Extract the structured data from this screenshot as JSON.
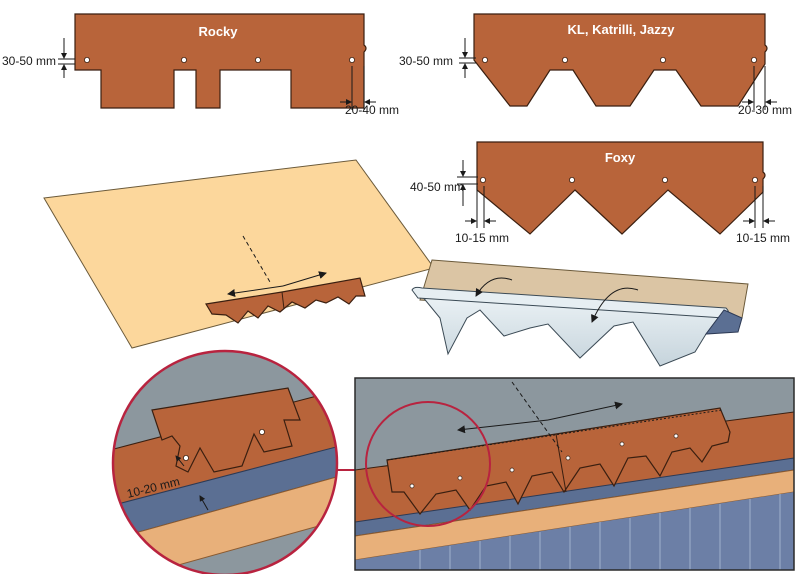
{
  "shingle_types": [
    {
      "name": "Rocky",
      "nail_offset": "30-50 mm",
      "edge_offset": "20-40 mm"
    },
    {
      "name": "KL, Katrilli, Jazzy",
      "nail_offset": "30-50 mm",
      "edge_offset": "20-30 mm"
    },
    {
      "name": "Foxy",
      "nail_offset": "40-50 mm",
      "edge_offset_left": "10-15 mm",
      "edge_offset_right": "10-15 mm"
    }
  ],
  "detail": {
    "overlap_label": "10-20 mm"
  },
  "colors": {
    "shingle": "#b8643a",
    "shingle_outline": "#3a1f10",
    "roof_sheet": "#fcd79c",
    "metal_strip": "#d9e4ea",
    "callout_ring": "#b8233f",
    "roof_gray": "#7d8a93",
    "drip_edge": "#5b6f93",
    "wood": "#e8b07a",
    "wall": "#6c7fa6"
  }
}
